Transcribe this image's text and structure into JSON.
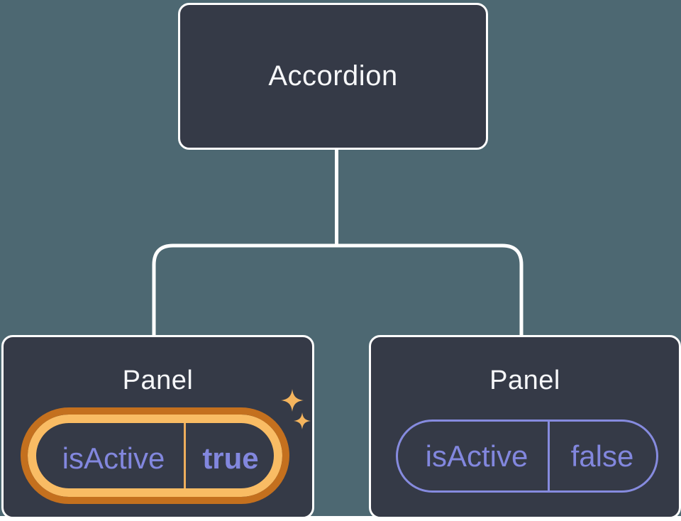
{
  "root": {
    "label": "Accordion"
  },
  "panels": [
    {
      "title": "Panel",
      "prop_name": "isActive",
      "prop_value": "true",
      "highlighted": true
    },
    {
      "title": "Panel",
      "prop_name": "isActive",
      "prop_value": "false",
      "highlighted": false
    }
  ],
  "colors": {
    "background": "#4d6872",
    "node_fill": "#353a47",
    "node_border": "#ffffff",
    "connector": "#ffffff",
    "text_primary": "#f6f7f9",
    "prop_purple": "#8287de",
    "highlight_ring_outer": "#c4701e",
    "highlight_ring_inner": "#f9bc64",
    "highlight_divider": "#eeae5c",
    "sparkle": "#f5b55e"
  }
}
